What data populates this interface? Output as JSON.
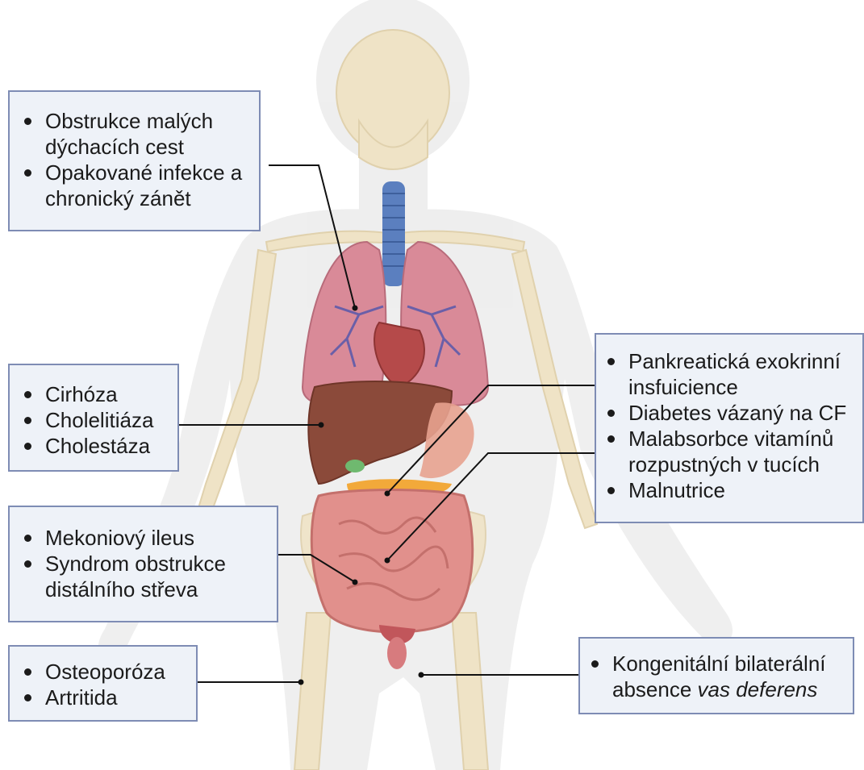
{
  "boxes": {
    "lungs": {
      "items": [
        "Obstrukce malých dýchacích cest",
        "Opakované infekce a chronický zánět"
      ]
    },
    "liver": {
      "items": [
        "Cirhóza",
        "Cholelitiáza",
        "Cholestáza"
      ]
    },
    "intestine": {
      "items": [
        "Mekoniový ileus",
        "Syndrom obstrukce distálního střeva"
      ]
    },
    "bones": {
      "items": [
        "Osteoporóza",
        "Artritida"
      ]
    },
    "pancreas": {
      "items": [
        "Pankreatická exokrinní insfuicience",
        "Diabetes vázaný na CF",
        "Malabsorbce vitamínů rozpustných v tucích",
        "Malnutrice"
      ]
    },
    "reproductive": {
      "line1": "Kongenitální bilaterální",
      "line2_plain": "absence ",
      "line2_italic": "vas deferens"
    }
  },
  "colors": {
    "box_fill": "#eef2f8",
    "box_border": "#7e8cb4",
    "leader_line": "#111111",
    "body_silhouette": "#ececec",
    "bone": "#efe3c6",
    "lung": "#d98a98",
    "trachea": "#5b7fbf",
    "liver": "#8b4a3a",
    "intestine": "#e1908c"
  }
}
